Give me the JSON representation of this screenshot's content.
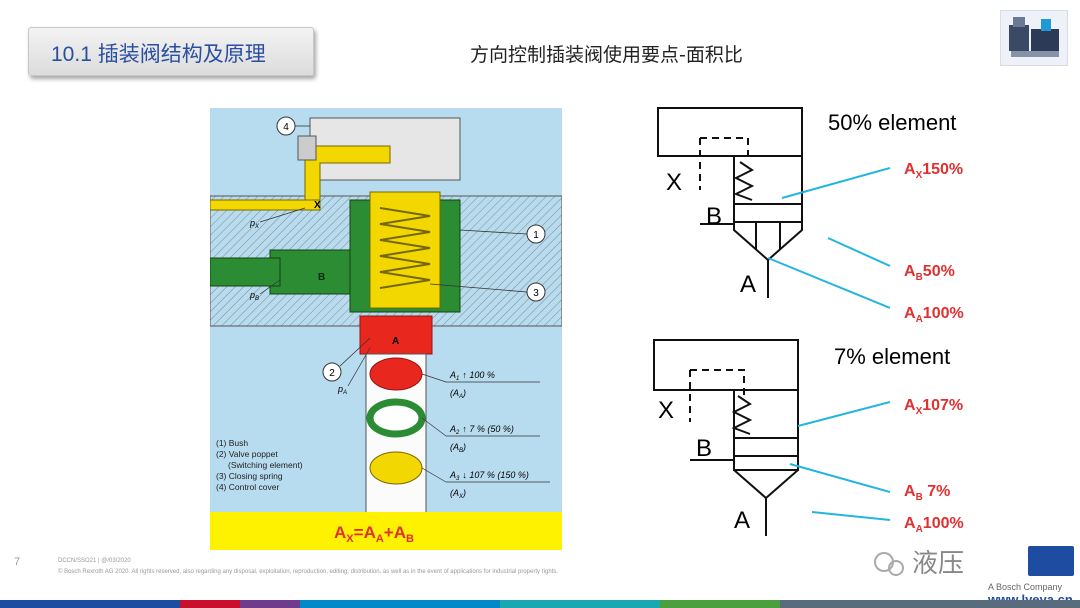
{
  "header": {
    "section_title": "10.1 插装阀结构及原理",
    "subtitle": "方向控制插装阀使用要点-面积比"
  },
  "left_diagram": {
    "callouts": [
      "4",
      "1",
      "3",
      "2"
    ],
    "port_labels": {
      "x": "X",
      "b": "B",
      "a": "A"
    },
    "pressure_labels": {
      "px": "p",
      "px_sub": "X",
      "pb": "p",
      "pb_sub": "B",
      "pa": "p",
      "pa_sub": "A"
    },
    "areas": [
      {
        "name": "A",
        "sub": "1",
        "text": "↑ 100 %",
        "area": "(A",
        "area_sub": "A",
        "close": ")"
      },
      {
        "name": "A",
        "sub": "2",
        "text": "↑ 7 % (50 %)",
        "area": "(A",
        "area_sub": "B",
        "close": ")"
      },
      {
        "name": "A",
        "sub": "3",
        "text": "↓ 107 % (150 %)",
        "area": "(A",
        "area_sub": "X",
        "close": ")"
      }
    ],
    "legend": [
      "(1) Bush",
      "(2) Valve poppet",
      "(Switching element)",
      "(3) Closing spring",
      "(4) Control cover"
    ],
    "formula": {
      "ax": "A",
      "ax_sub": "X",
      "eq": "=",
      "aa": "A",
      "aa_sub": "A",
      "plus": "+",
      "ab": "A",
      "ab_sub": "B"
    }
  },
  "right_diagram": {
    "top": {
      "title": "50% element",
      "ports": {
        "x": "X",
        "b": "B",
        "a": "A"
      },
      "labels": [
        {
          "base": "A",
          "sub": "X",
          "val": "150%"
        },
        {
          "base": "A",
          "sub": "B",
          "val": "50%"
        },
        {
          "base": "A",
          "sub": "A",
          "val": "100%"
        }
      ]
    },
    "bottom": {
      "title": "7% element",
      "ports": {
        "x": "X",
        "b": "B",
        "a": "A"
      },
      "labels": [
        {
          "base": "A",
          "sub": "X",
          "val": "107%"
        },
        {
          "base": "A",
          "sub": "B",
          "val": " 7%"
        },
        {
          "base": "A",
          "sub": "A",
          "val": "100%"
        }
      ]
    }
  },
  "footer": {
    "page_number": "7",
    "doc_code": "DCCN/SSO21 | @/03/2020",
    "copyright": "© Bosch Rexroth AG 2020. All rights reserved, also regarding any disposal, exploitation, reproduction, editing, distribution, as well as in the event of applications for industrial property rights."
  },
  "watermark": {
    "cn_text": "液压",
    "brand": "A Bosch Company",
    "url": "www.lyeya.cn"
  },
  "colors": {
    "title_blue": "#2a4fa0",
    "label_red": "#e03030",
    "leader_cyan": "#22b5e0",
    "diagram_bg": "#b8dcef",
    "valve_yellow": "#f0d800",
    "valve_green": "#2b8c34",
    "valve_red": "#e8281e",
    "formula_yellow": "#fff200"
  }
}
